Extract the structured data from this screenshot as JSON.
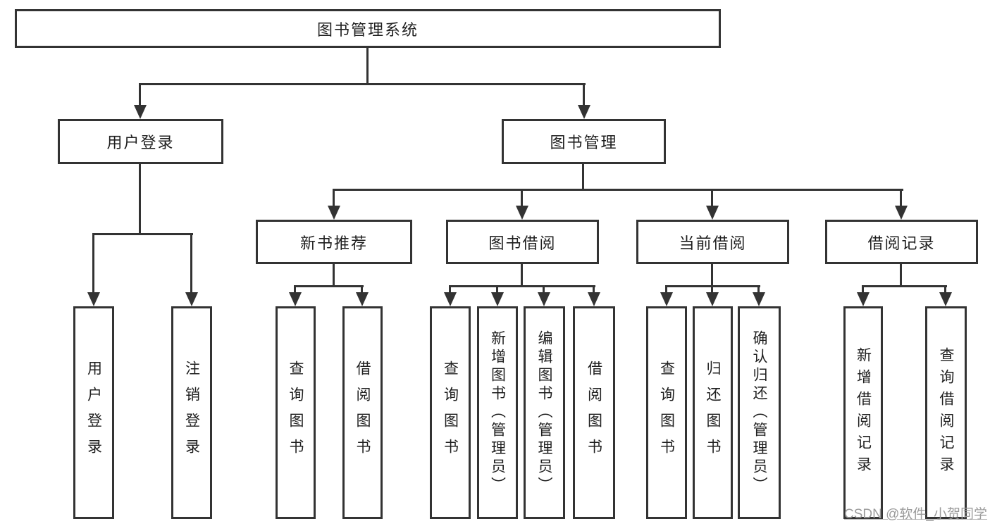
{
  "tree": {
    "root": {
      "label": "图书管理系统"
    },
    "children": [
      {
        "label": "用户登录",
        "children": [
          {
            "label": "用户登录"
          },
          {
            "label": "注销登录"
          }
        ]
      },
      {
        "label": "图书管理",
        "children": [
          {
            "label": "新书推荐",
            "children": [
              {
                "label": "查询图书"
              },
              {
                "label": "借阅图书"
              }
            ]
          },
          {
            "label": "图书借阅",
            "children": [
              {
                "label": "查询图书"
              },
              {
                "label": "新增图书（管理员）"
              },
              {
                "label": "编辑图书（管理员）"
              },
              {
                "label": "借阅图书"
              }
            ]
          },
          {
            "label": "当前借阅",
            "children": [
              {
                "label": "查询图书"
              },
              {
                "label": "归还图书"
              },
              {
                "label": "确认归还（管理员）"
              }
            ]
          },
          {
            "label": "借阅记录",
            "children": [
              {
                "label": "新增借阅记录"
              },
              {
                "label": "查询借阅记录"
              }
            ]
          }
        ]
      }
    ]
  },
  "watermark": {
    "text": "CSDN @软件_小贺同学",
    "color": "#9b9b9b"
  },
  "colors": {
    "line": "#333333",
    "box_border": "#333333",
    "box_bg": "#ffffff",
    "text": "#1f1f1f"
  }
}
